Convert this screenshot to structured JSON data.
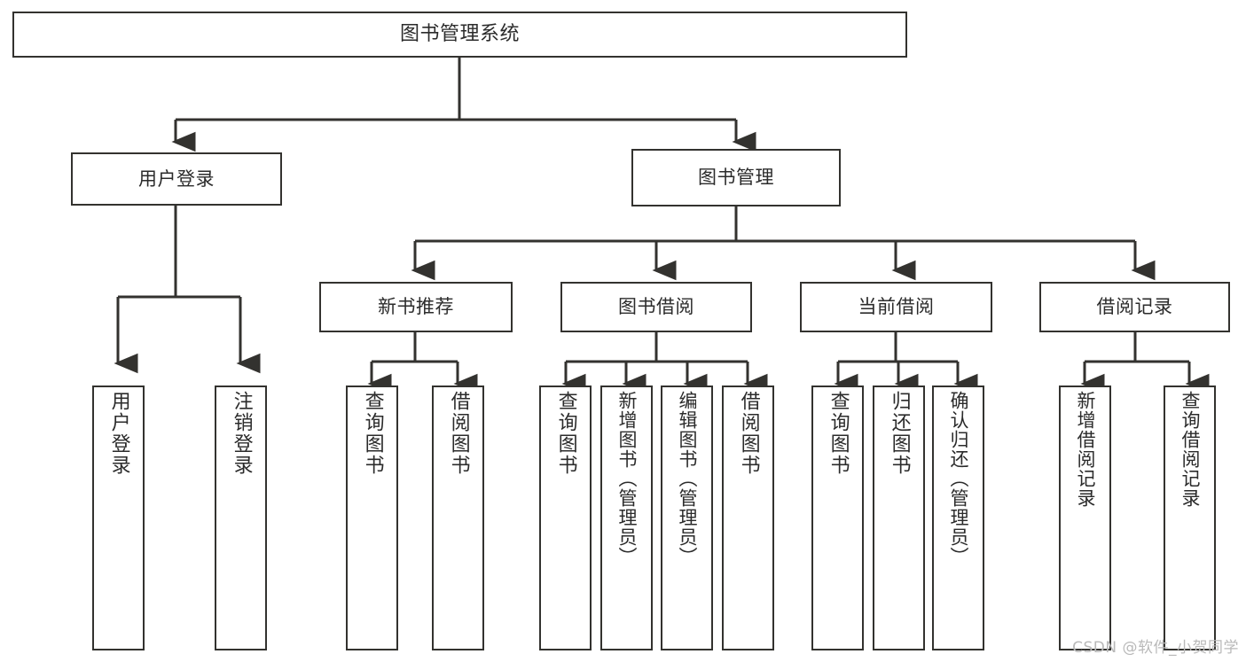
{
  "diagram": {
    "type": "tree-hierarchy",
    "title": "图书管理系统",
    "watermark": "CSDN @软件_小贺同学",
    "colors": {
      "stroke": "#33322f",
      "box_fill": "#ffffff",
      "text": "#2b2b2b",
      "watermark": "#b9b9b9",
      "background": "#ffffff"
    },
    "nodes": {
      "root": {
        "label": "图书管理系统"
      },
      "level2": [
        {
          "label": "用户登录"
        },
        {
          "label": "图书管理"
        }
      ],
      "level3": [
        {
          "label": "新书推荐"
        },
        {
          "label": "图书借阅"
        },
        {
          "label": "当前借阅"
        },
        {
          "label": "借阅记录"
        }
      ],
      "leaves": {
        "user_login": [
          {
            "label": "用户登录"
          },
          {
            "label": "注销登录"
          }
        ],
        "new_book_recommend": [
          {
            "label": "查询图书"
          },
          {
            "label": "借阅图书"
          }
        ],
        "book_borrow": [
          {
            "label": "查询图书"
          },
          {
            "label": "新增图书（管理员）"
          },
          {
            "label": "编辑图书（管理员）"
          },
          {
            "label": "借阅图书"
          }
        ],
        "current_borrow": [
          {
            "label": "查询图书"
          },
          {
            "label": "归还图书"
          },
          {
            "label": "确认归还（管理员）"
          }
        ],
        "borrow_record": [
          {
            "label": "新增借阅记录"
          },
          {
            "label": "查询借阅记录"
          }
        ]
      }
    }
  }
}
